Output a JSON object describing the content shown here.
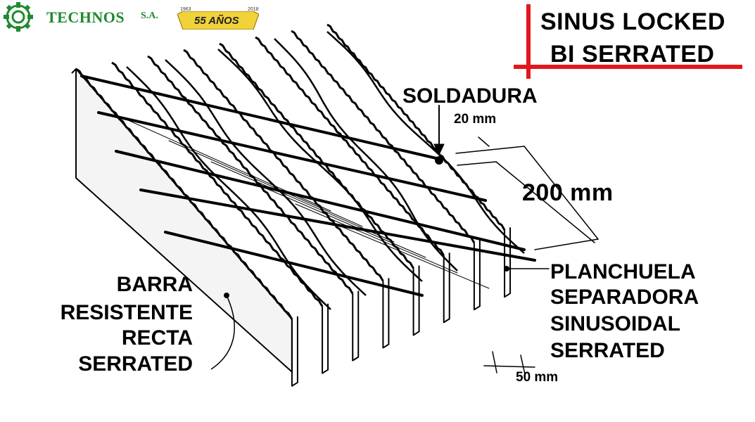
{
  "brand": {
    "name": "TECHNOS",
    "suffix": "S.A.",
    "badge_text": "55 AÑOS",
    "year_start": "1963",
    "year_end": "2018",
    "color": "#1f8a2e",
    "badge_color": "#f2d23a"
  },
  "title": {
    "line1": "SINUS LOCKED",
    "line2": "BI SERRATED",
    "accent_color": "#e3161d"
  },
  "labels": {
    "weld": "SOLDADURA",
    "dim_20": "20 mm",
    "dim_200": "200 mm",
    "dim_50": "50 mm",
    "bearing_bar": [
      "BARRA",
      "RESISTENTE",
      "RECTA",
      "SERRATED"
    ],
    "spacer_bar": [
      "PLANCHUELA",
      "SEPARADORA",
      "SINUSOIDAL",
      "SERRATED"
    ]
  }
}
